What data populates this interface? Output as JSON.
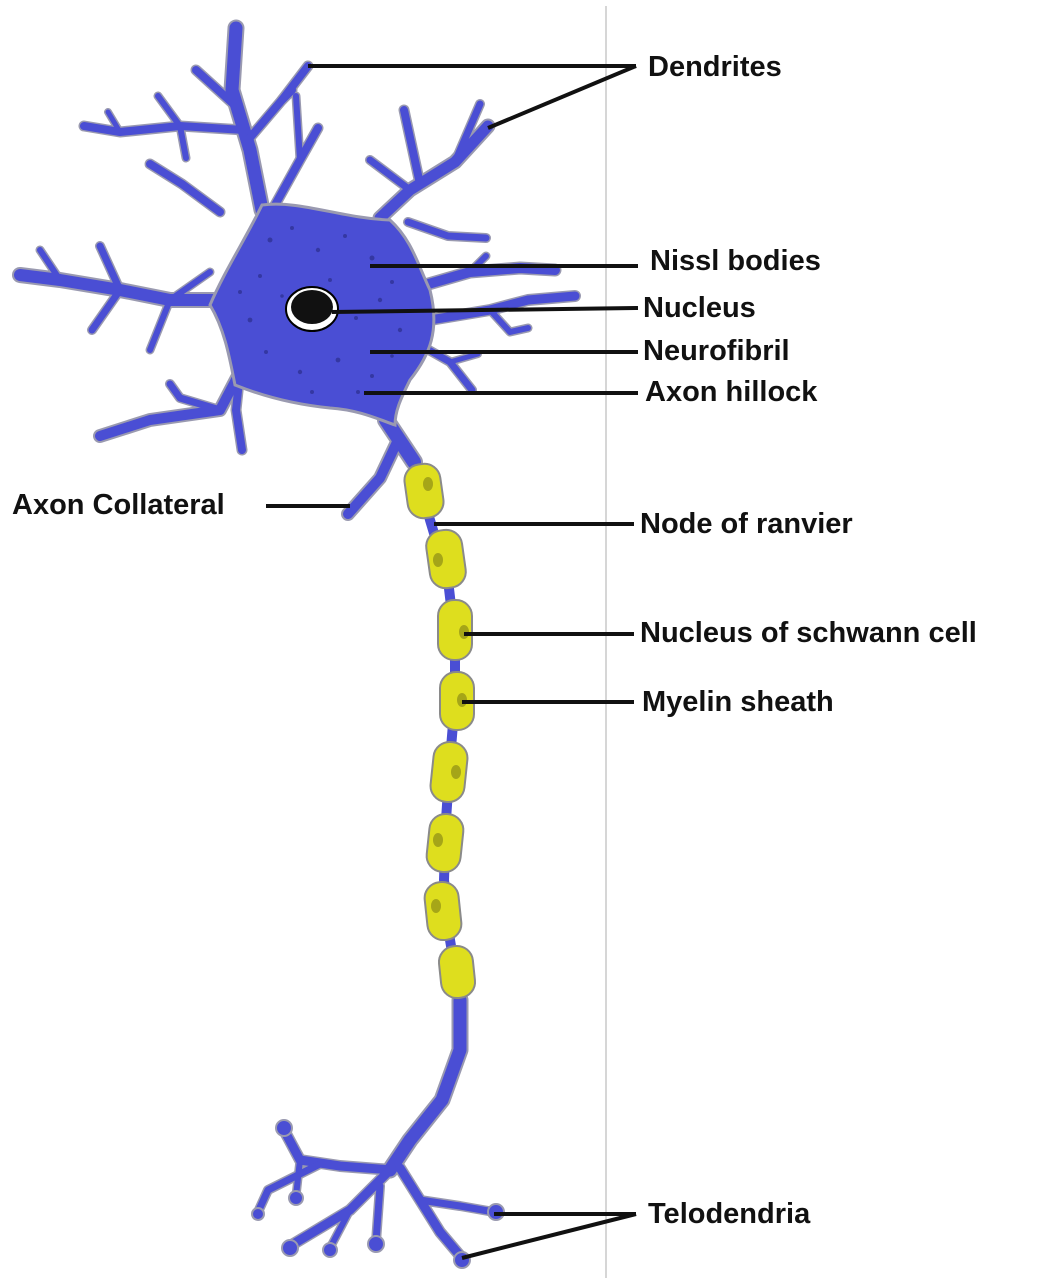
{
  "labels": {
    "dendrites": "Dendrites",
    "nissl_bodies": "Nissl bodies",
    "nucleus": "Nucleus",
    "neurofibril": "Neurofibril",
    "axon_hillock": "Axon hillock",
    "axon_collateral": "Axon Collateral",
    "node_of_ranvier": "Node of ranvier",
    "nucleus_of_schwann_cell": "Nucleus of schwann cell",
    "myelin_sheath": "Myelin sheath",
    "telodendria": "Telodendria"
  },
  "colors": {
    "neuron": "#4a4ed4",
    "neuron_outline": "#9a9ab0",
    "myelin": "#dede1e",
    "myelin_nucleus": "#9c9c18",
    "leader_line": "#111111",
    "divider": "#c8c8c8"
  }
}
